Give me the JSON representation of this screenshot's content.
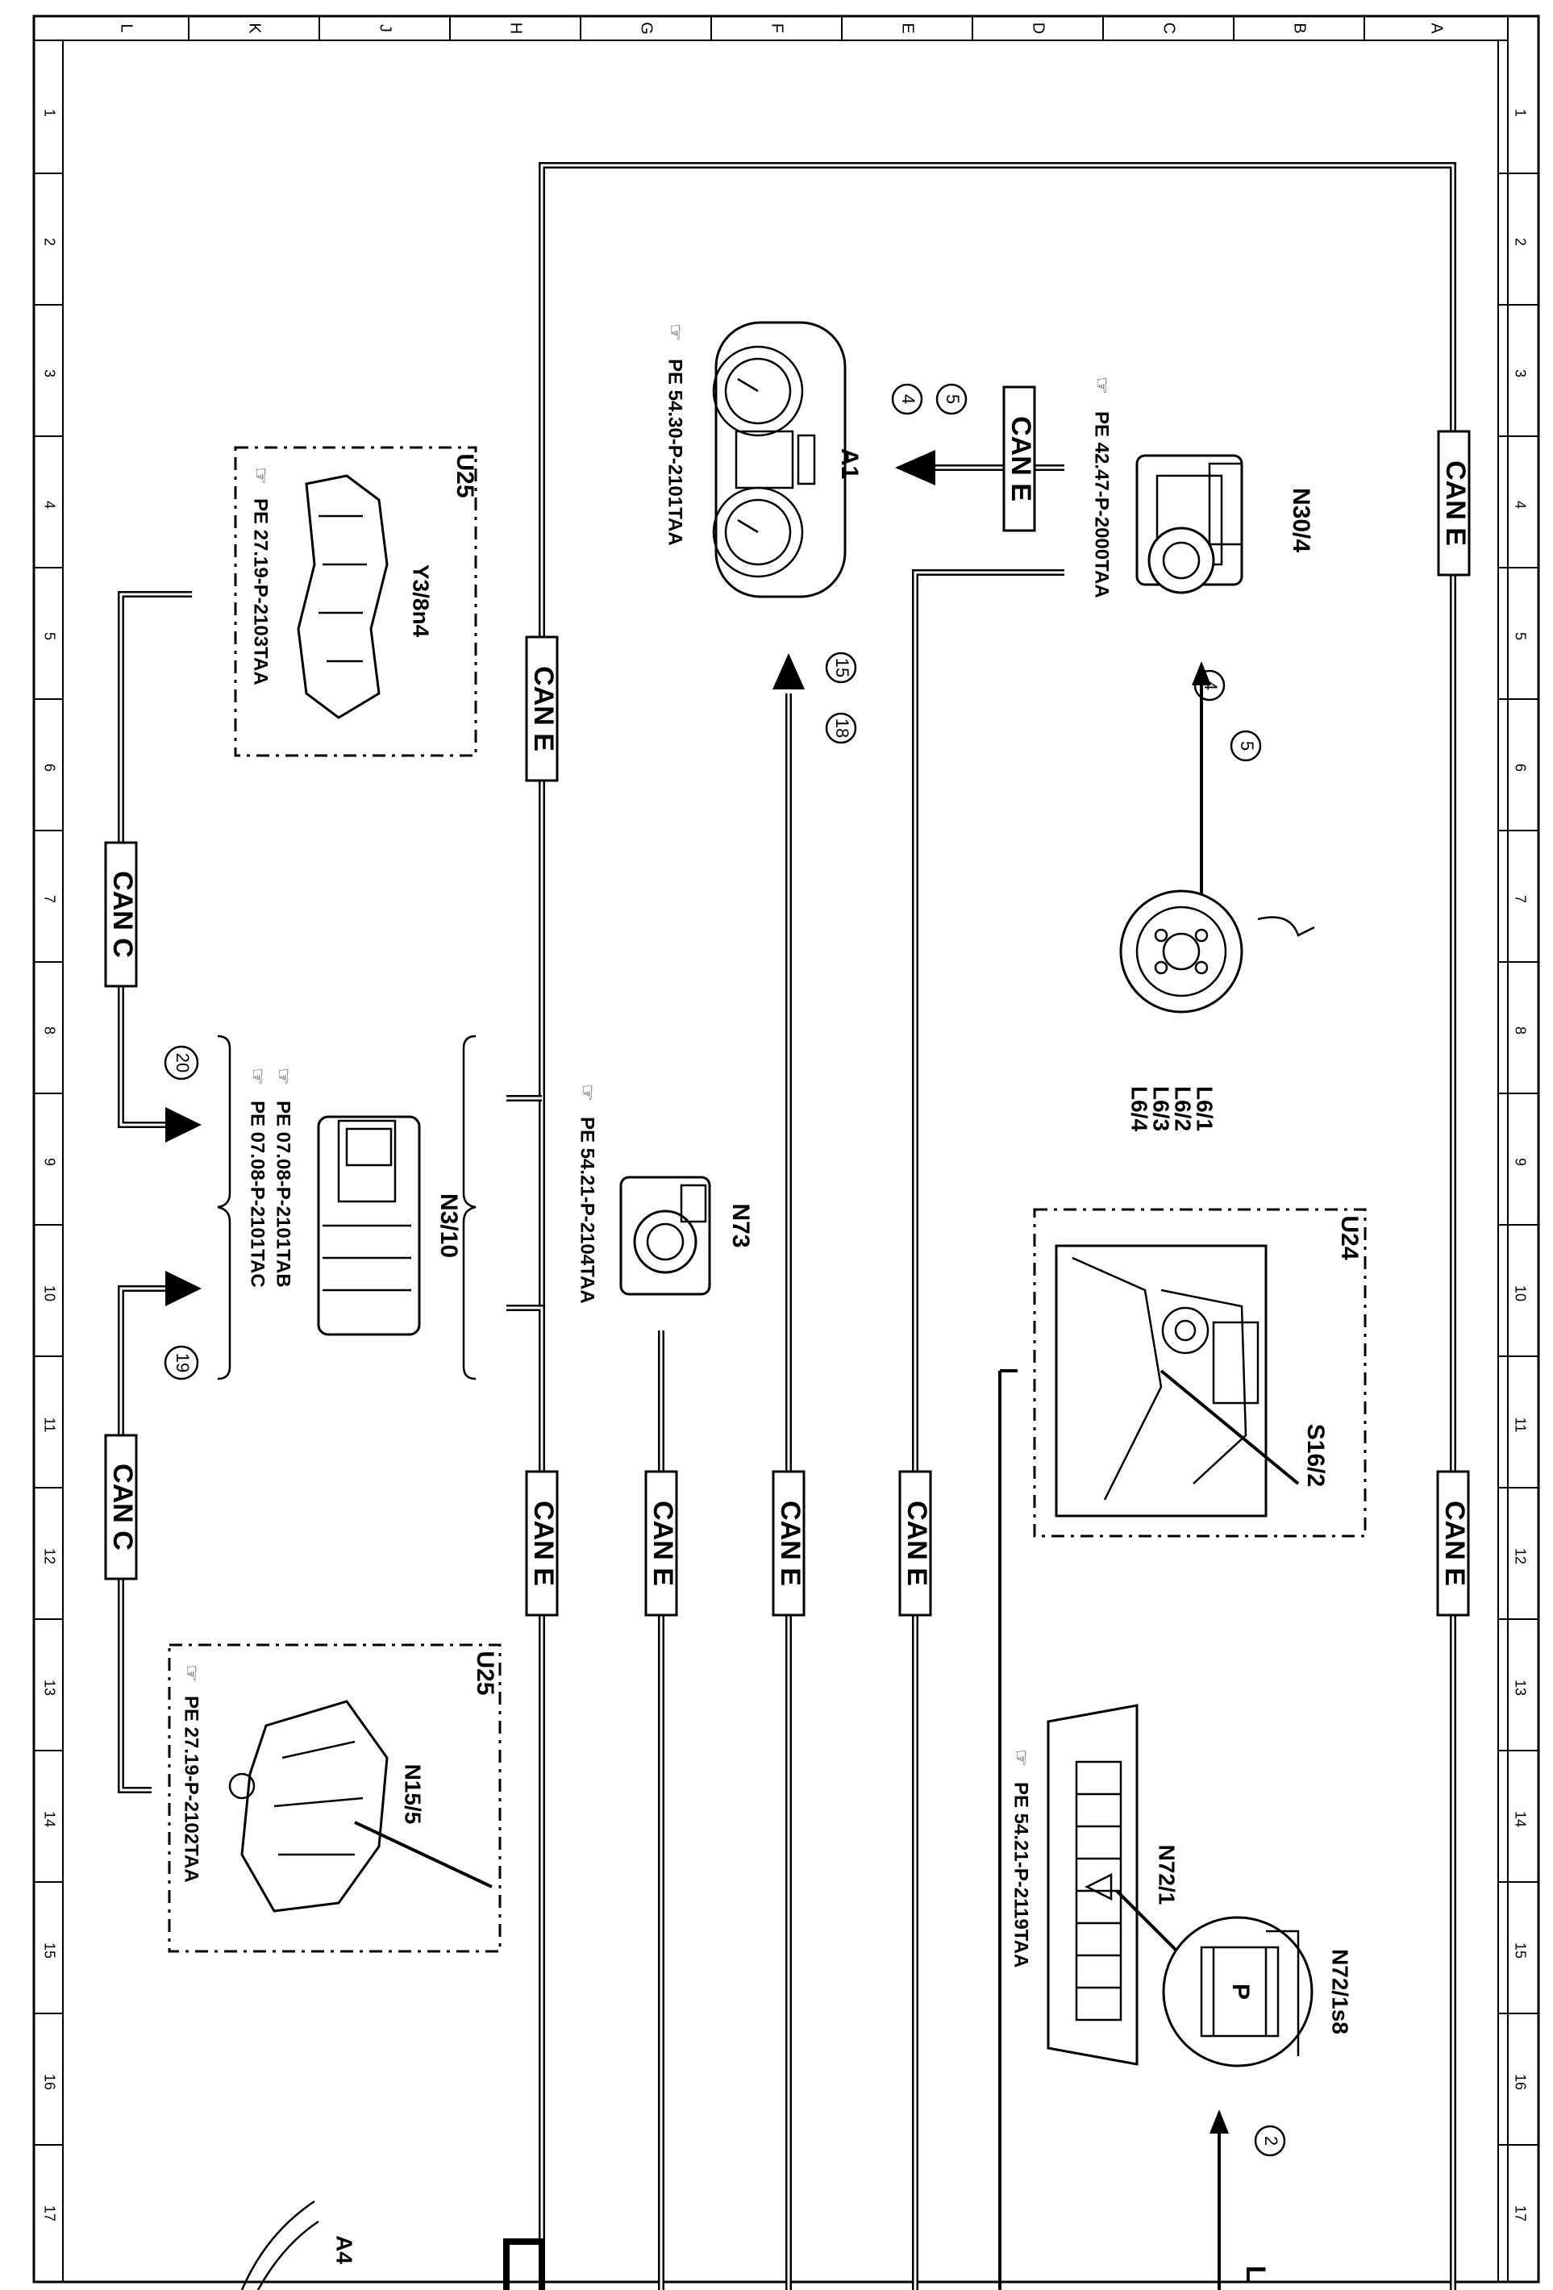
{
  "grid": {
    "columns": [
      "L",
      "K",
      "J",
      "H",
      "G",
      "F",
      "E",
      "D",
      "C",
      "B",
      "A"
    ],
    "rows": [
      "1",
      "2",
      "3",
      "4",
      "5",
      "6",
      "7",
      "8",
      "9",
      "10",
      "11",
      "12",
      "13",
      "14",
      "15",
      "16",
      "17"
    ]
  },
  "buses": {
    "can_e": "CAN E",
    "can_c": "CAN C",
    "partial_label": "L"
  },
  "components": {
    "a1": {
      "code": "A1",
      "ref": "PE 54.30-P-2101TAA",
      "signals": [
        "4",
        "5"
      ]
    },
    "n30_4": {
      "code": "N30/4",
      "ref": "PE 42.47-P-2000TAA",
      "signals": [
        "4",
        "5"
      ]
    },
    "l6": {
      "codes": [
        "L6/1",
        "L6/2",
        "L6/3",
        "L6/4"
      ]
    },
    "u25_upper": {
      "group": "U25",
      "code": "Y3/8n4",
      "ref": "PE 27.19-P-2103TAA"
    },
    "n3_10": {
      "code": "N3/10",
      "refs": [
        "PE 07.08-P-2101TAB",
        "PE 07.08-P-2101TAC"
      ],
      "signal_in_1": "20",
      "signal_in_2": "19"
    },
    "n73": {
      "code": "N73",
      "ref": "PE 54.21-P-2104TAA"
    },
    "a1_input": {
      "signals": [
        "15",
        "18"
      ]
    },
    "u24": {
      "group": "U24",
      "code": "S16/2"
    },
    "u25_lower": {
      "group": "U25",
      "code": "N15/5",
      "ref": "PE 27.19-P-2102TAA"
    },
    "n72_1": {
      "code": "N72/1",
      "ref": "PE 54.21-P-2119TAA"
    },
    "n72_1s8": {
      "code": "N72/1s8",
      "symbol": "P",
      "signal": "2"
    },
    "a4": {
      "code": "A4"
    }
  }
}
